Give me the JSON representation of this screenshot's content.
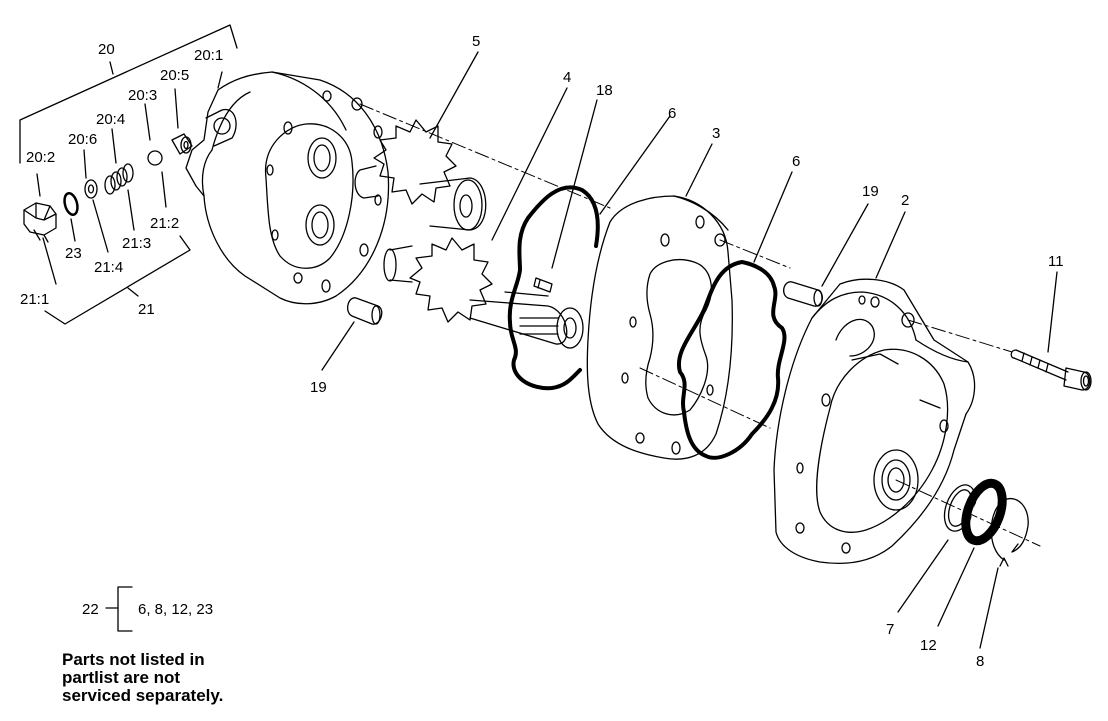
{
  "callouts": {
    "c20": "20",
    "c20_1": "20:1",
    "c20_2": "20:2",
    "c20_3": "20:3",
    "c20_4": "20:4",
    "c20_5": "20:5",
    "c20_6": "20:6",
    "c21": "21",
    "c21_1": "21:1",
    "c21_2": "21:2",
    "c21_3": "21:3",
    "c21_4": "21:4",
    "c23": "23",
    "c19a": "19",
    "c19b": "19",
    "c5": "5",
    "c4": "4",
    "c18": "18",
    "c6a": "6",
    "c6b": "6",
    "c3": "3",
    "c2": "2",
    "c11": "11",
    "c7": "7",
    "c12": "12",
    "c8": "8"
  },
  "kit": {
    "number": "22",
    "parts": "6, 8, 12, 23"
  },
  "note_lines": [
    "Parts not listed in",
    "partlist are not",
    "serviced separately."
  ],
  "stroke_color": "#000000"
}
